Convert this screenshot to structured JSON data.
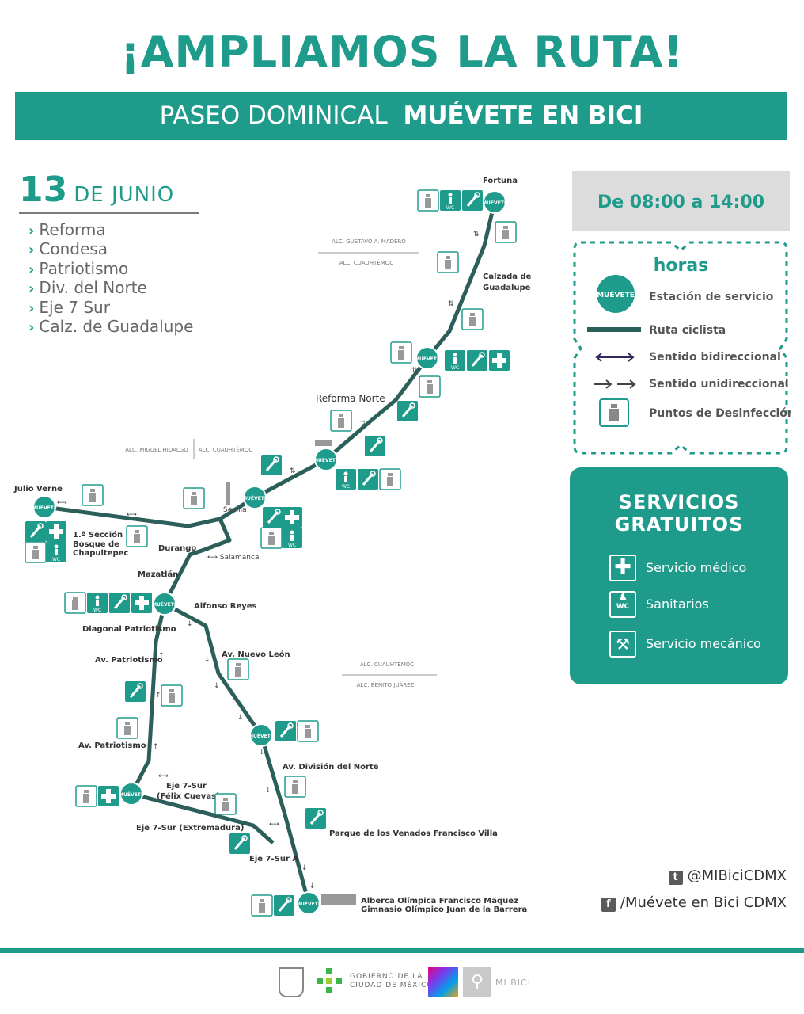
{
  "headline": "¡AMPLIAMOS LA RUTA!",
  "banner": {
    "prefix": "PASEO DOMINICAL",
    "bold": "MUÉVETE EN BICI"
  },
  "date": {
    "day": "13",
    "month": "DE JUNIO"
  },
  "streets": [
    "Reforma",
    "Condesa",
    "Patriotismo",
    "Div. del Norte",
    "Eje 7 Sur",
    "Calz. de Guadalupe"
  ],
  "hours": "De 08:00 a 14:00 horas",
  "legend": {
    "items": [
      "Estación de servicio",
      "Ruta ciclista",
      "Sentido bidireccional",
      "Sentido unidireccional",
      "Puntos de Desinfección"
    ],
    "station_badge": "MUÉVETE"
  },
  "services": {
    "title_line1": "SERVICIOS",
    "title_line2": "GRATUITOS",
    "items": [
      "Servicio médico",
      "Sanitarios",
      "Servicio mecánico"
    ]
  },
  "social": {
    "twitter": "@MIBiciCDMX",
    "facebook": "/Muévete en Bici CDMX"
  },
  "footer": {
    "gov_line1": "GOBIERNO DE LA",
    "gov_line2": "CIUDAD DE MÉXICO",
    "mibici": "MI BICI"
  },
  "map": {
    "places": [
      "Fortuna",
      "Calzada de",
      "Guadalupe",
      "Reforma Norte",
      "Julio Verne",
      "1.ª Sección",
      "Bosque de",
      "Chapultepec",
      "Durango",
      "Mazatlán",
      "Alfonso Reyes",
      "Diagonal Patriotismo",
      "Av. Patriotismo",
      "Av. Nuevo León",
      "Av. Patriotismo",
      "Av. División del Norte",
      "Eje 7-Sur",
      "(Félix Cuevas)",
      "Eje 7-Sur (Extremadura)",
      "Eje 7-Sur A",
      "Parque de los Venados Francisco Villa",
      "Alberca Olímpica Francisco Máquez",
      "Gimnasio Olímpico Juan de la Barrera",
      "Sevilla",
      "Salamanca"
    ],
    "boundaries": [
      "ALC. GUSTAVO A. MADERO",
      "ALC. CUAUHTÉMOC",
      "ALC. MIGUEL HIDALGO",
      "ALC. CUAUHTÉMOC",
      "ALC. CUAUHTÉMOC",
      "ALC. BENITO JUÁREZ"
    ],
    "wc": "WC",
    "colors": {
      "route": "#2c5f5a",
      "accent": "#1f9b8c",
      "arrow": "#444444"
    }
  }
}
